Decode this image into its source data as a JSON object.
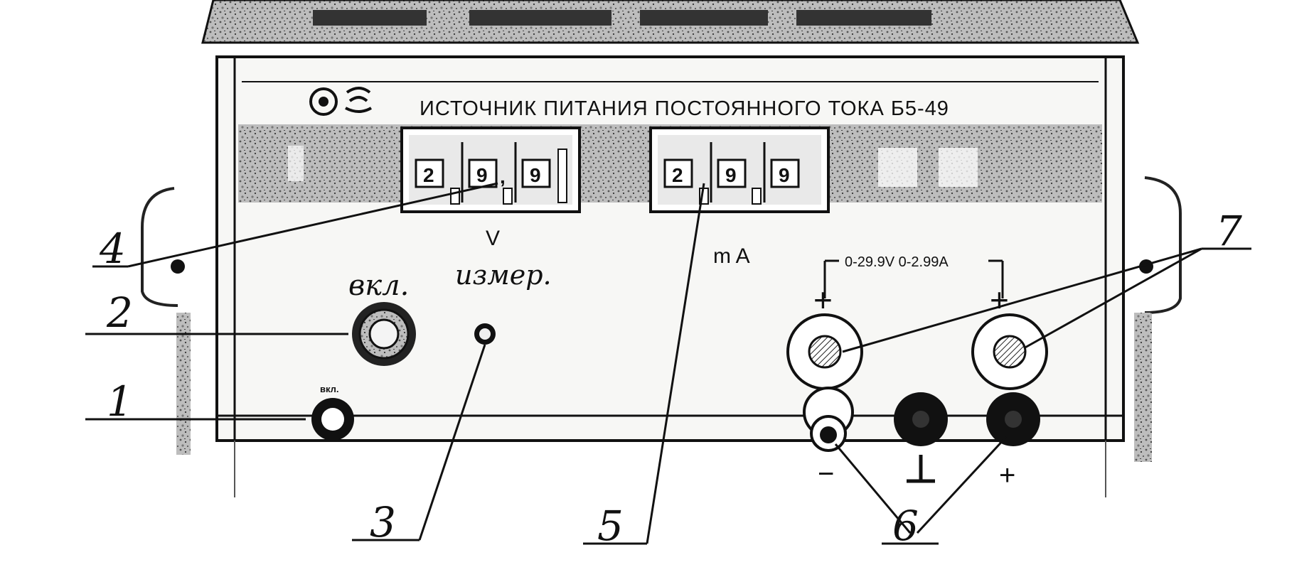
{
  "panel": {
    "title": "ИСТОЧНИК ПИТАНИЯ ПОСТОЯННОГО ТОКА Б5-49",
    "voltmeter": {
      "digits": [
        "2",
        "9",
        "9"
      ],
      "decimal_mark": ",",
      "unit_label": "V"
    },
    "ammeter": {
      "digits": [
        "2",
        "9",
        "9"
      ],
      "unit_label": "m A"
    },
    "power_button_label": "вкл.",
    "power_indicator_label": "вкл.",
    "measure_label": "измер.",
    "range_label": "0-29.9V 0-2.99A",
    "terminal_signs": {
      "top_left": "+",
      "top_right": "+",
      "bottom_left": "−",
      "bottom_right": "+"
    }
  },
  "callouts": [
    "1",
    "2",
    "3",
    "4",
    "5",
    "6",
    "7"
  ],
  "colors": {
    "ink": "#111111",
    "panel_face": "#f7f7f5",
    "gray_texture": "#9a9a9a"
  }
}
